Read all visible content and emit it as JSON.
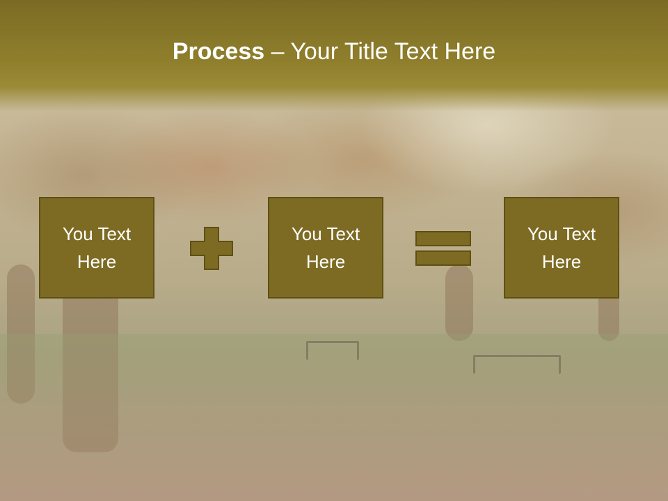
{
  "slide": {
    "title_bold": "Process",
    "title_rest": " – Your Title Text Here"
  },
  "steps": [
    {
      "line1": "You Text",
      "line2": "Here"
    },
    {
      "line1": "You Text",
      "line2": "Here"
    },
    {
      "line1": "You Text",
      "line2": "Here"
    }
  ],
  "icons": {
    "operator1": "plus-icon",
    "operator2": "equals-icon"
  },
  "colors": {
    "title_bar": "#8f7f2c",
    "box_fill": "#7d6b23",
    "box_border": "#5e4f14",
    "operator_fill": "#7d6b23"
  }
}
